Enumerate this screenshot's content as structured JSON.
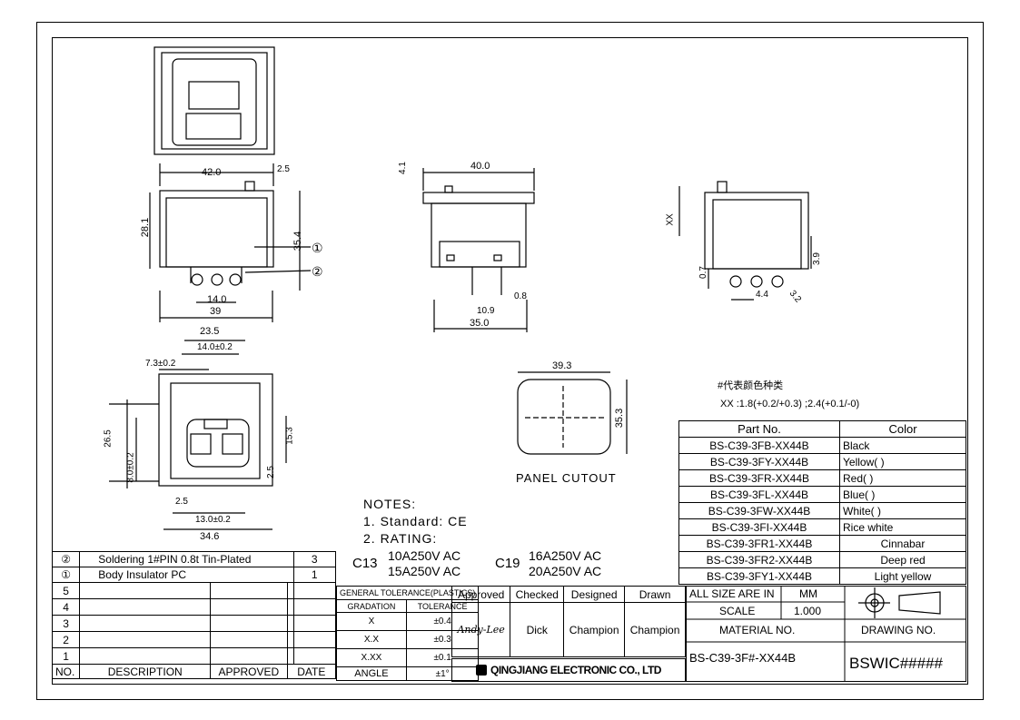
{
  "notes": {
    "title": "NOTES:",
    "standard": "1. Standard: CE",
    "rating": "2. RATING:",
    "c13": "C13",
    "c13_a": "10A250V AC",
    "c13_b": "15A250V AC",
    "c19": "C19",
    "c19_a": "16A250V AC",
    "c19_b": "20A250V AC"
  },
  "panel_cutout": "PANEL CUTOUT",
  "color_code": {
    "line1": "#代表颜色种类",
    "line2": "XX :1.8(+0.2/+0.3) ;2.4(+0.1/-0)"
  },
  "dims": {
    "d42": "42.0",
    "d25": "2.5",
    "d281": "28.1",
    "d354": "35.4",
    "d14": "14.0",
    "d39": "39",
    "d40": "40.0",
    "d41": "4.1",
    "d08": "0.8",
    "d109": "10.9",
    "d35": "35.0",
    "xx": "XX",
    "d07": "0.7",
    "d39b": "3.9",
    "d44": "4.4",
    "d32": "3.2",
    "d235": "23.5",
    "d14b": "14.0±0.2",
    "d73": "7.3±0.2",
    "d265": "26.5",
    "d80": "8.0±0.2",
    "d153": "15.3",
    "d25b": "2.5",
    "d25c": "2.5",
    "d130": "13.0±0.2",
    "d346": "34.6",
    "d393": "39.3",
    "d353": "35.3"
  },
  "callouts": {
    "c1": "①",
    "c2": "②"
  },
  "parts_header": {
    "part": "Part No.",
    "color": "Color"
  },
  "parts": [
    {
      "no": "BS-C39-3FB-XX44B",
      "color": "Black"
    },
    {
      "no": "BS-C39-3FY-XX44B",
      "color": "Yellow(         )"
    },
    {
      "no": "BS-C39-3FR-XX44B",
      "color": "Red(          )"
    },
    {
      "no": "BS-C39-3FL-XX44B",
      "color": "Blue(          )"
    },
    {
      "no": "BS-C39-3FW-XX44B",
      "color": "White(          )"
    },
    {
      "no": "BS-C39-3FI-XX44B",
      "color": "Rice white"
    },
    {
      "no": "BS-C39-3FR1-XX44B",
      "color": "Cinnabar"
    },
    {
      "no": "BS-C39-3FR2-XX44B",
      "color": "Deep red"
    },
    {
      "no": "BS-C39-3FY1-XX44B",
      "color": "Light yellow"
    }
  ],
  "bom": [
    {
      "no": "②",
      "desc": "Soldering 1#PIN 0.8t Tin-Plated",
      "qty": "3"
    },
    {
      "no": "①",
      "desc": "Body Insulator PC",
      "qty": "1"
    }
  ],
  "revisions": [
    "5",
    "4",
    "3",
    "2",
    "1"
  ],
  "rev_header": {
    "no": "NO.",
    "desc": "DESCRIPTION",
    "approved": "APPROVED",
    "date": "DATE"
  },
  "tolerance": {
    "title": "GENERAL TOLERANCE(PLASTICS)",
    "gradation": "GRADATION",
    "tolerance": "TOLERANCE",
    "rows": [
      {
        "g": "X",
        "t": "±0.4"
      },
      {
        "g": "X.X",
        "t": "±0.3"
      },
      {
        "g": "X.XX",
        "t": "±0.1"
      }
    ],
    "angle": "ANGLE",
    "angle_t": "±1°"
  },
  "signoff": {
    "approved": "Approved",
    "checked": "Checked",
    "designed": "Designed",
    "drawn": "Drawn",
    "approved_by": "Andy-Lee",
    "checked_by": "Dick",
    "designed_by": "Champion",
    "drawn_by": "Champion"
  },
  "company": "QINGJIANG ELECTRONIC CO., LTD",
  "size": {
    "label": "ALL SIZE ARE IN",
    "unit": "MM",
    "scale_label": "SCALE",
    "scale": "1.000"
  },
  "material_label": "MATERIAL NO.",
  "material": "BS-C39-3F#-XX44B",
  "drawing_label": "DRAWING NO.",
  "drawing": "BSWIC#####",
  "colors": {
    "line": "#000000",
    "paper": "#ffffff"
  }
}
